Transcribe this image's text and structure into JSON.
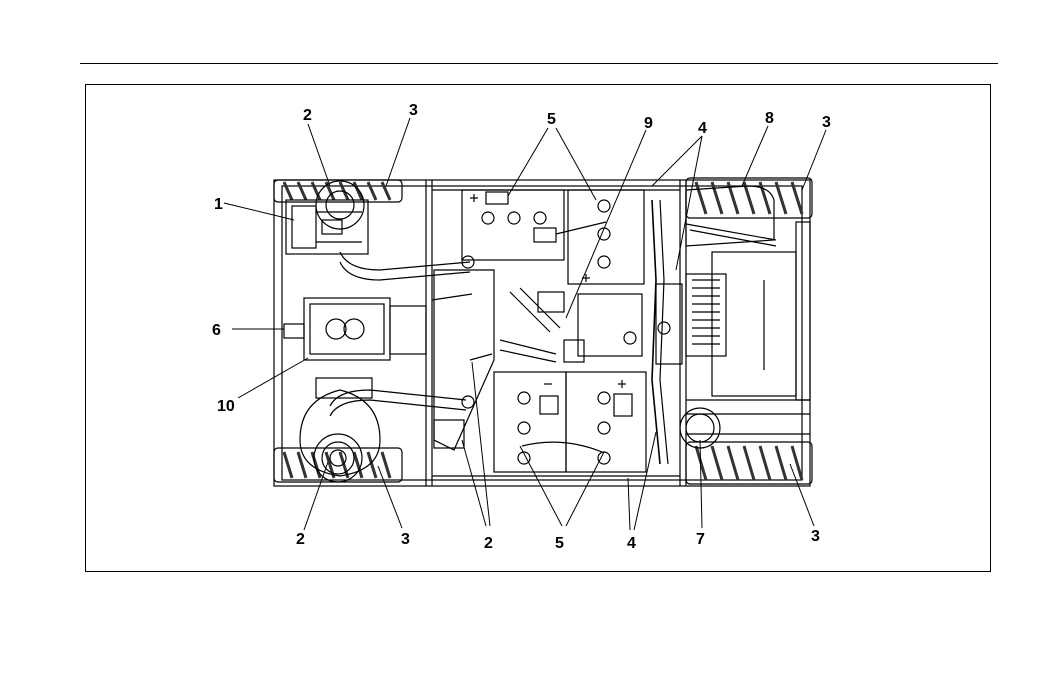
{
  "callouts": {
    "c1": "1",
    "c2_top": "2",
    "c2_bottom_left": "2",
    "c2_bottom_mid": "2",
    "c3_top_left": "3",
    "c3_top_right": "3",
    "c3_bottom_left": "3",
    "c3_bottom_right": "3",
    "c4_top": "4",
    "c4_bottom": "4",
    "c5_top": "5",
    "c5_bottom": "5",
    "c6": "6",
    "c7": "7",
    "c8": "8",
    "c9": "9",
    "c10": "10"
  },
  "colors": {
    "line": "#000000",
    "background": "#ffffff",
    "tread": "#333333"
  }
}
